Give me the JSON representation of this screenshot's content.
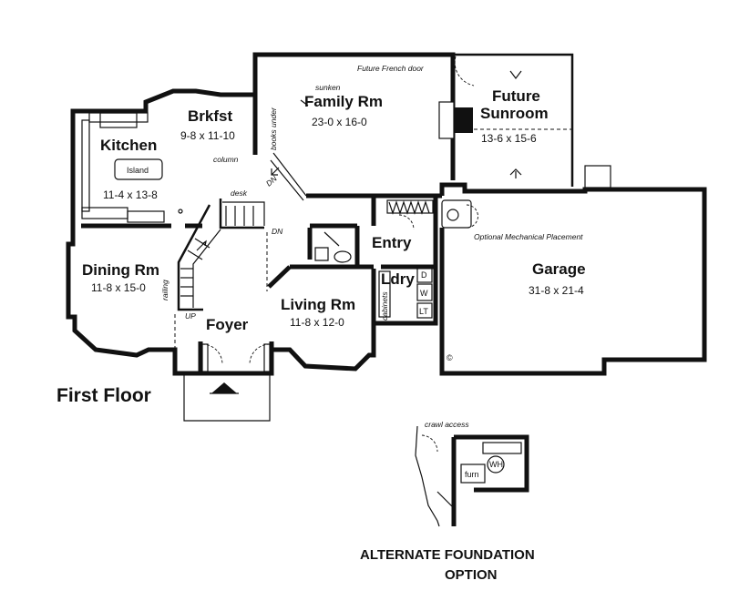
{
  "plan": {
    "title": "First Floor",
    "rooms": {
      "family": {
        "prefix": "sunken",
        "name": "Family Rm",
        "dim": "23-0 x 16-0"
      },
      "brkfst": {
        "name": "Brkfst",
        "dim": "9-8 x 11-10"
      },
      "kitchen": {
        "name": "Kitchen",
        "dim": "11-4 x 13-8"
      },
      "sunroom": {
        "name1": "Future",
        "name2": "Sunroom",
        "dim": "13-6 x 15-6"
      },
      "dining": {
        "name": "Dining Rm",
        "dim": "11-8 x 15-0"
      },
      "foyer": {
        "name": "Foyer"
      },
      "living": {
        "name": "Living Rm",
        "dim": "11-8 x 12-0"
      },
      "entry": {
        "name": "Entry"
      },
      "ldry": {
        "name": "Ldry"
      },
      "garage": {
        "name": "Garage",
        "dim": "31-8 x 21-4"
      }
    },
    "notes": {
      "island": "Island",
      "books": "books under",
      "column": "column",
      "desk": "desk",
      "dn": "DN",
      "up": "UP",
      "railing": "railing",
      "french_door": "Future French door",
      "mechanical": "Optional Mechanical Placement",
      "cabinets": "cabinets",
      "washer": "W",
      "dryer": "D",
      "laundry_tub": "LT",
      "copyright": "©"
    }
  },
  "alternate": {
    "title1": "ALTERNATE FOUNDATION",
    "title2": "OPTION",
    "crawl": "crawl access",
    "furn": "furn",
    "wh": "WH"
  }
}
